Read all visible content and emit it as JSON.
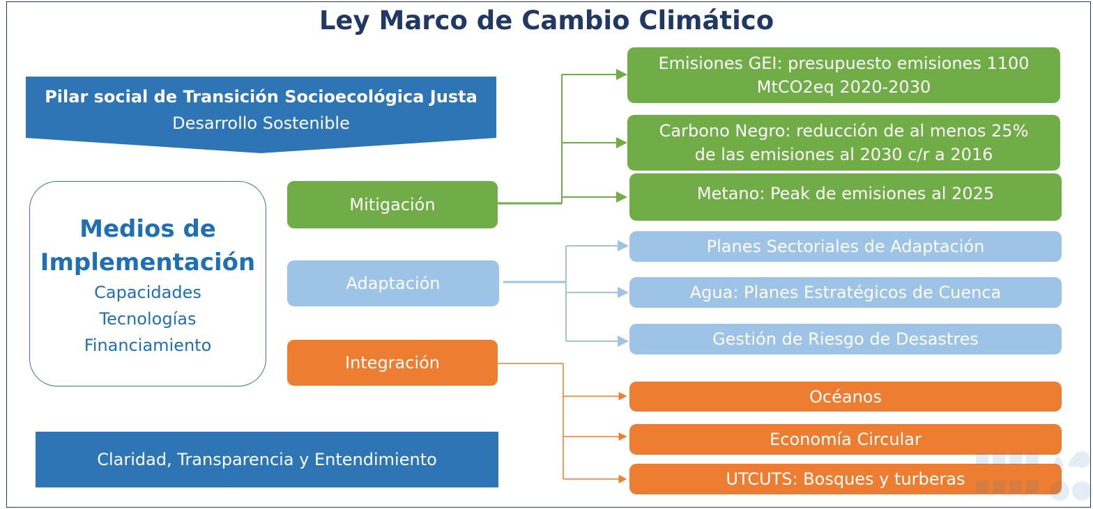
{
  "title": "Ley Marco de Cambio Climático",
  "pilar": {
    "line1": "Pilar social de Transición Socioecológica Justa",
    "line2": "Desarrollo Sostenible"
  },
  "medios": {
    "heading_line1": "Medios de",
    "heading_line2": "Implementación",
    "items": [
      "Capacidades",
      "Tecnologías",
      "Financiamiento"
    ]
  },
  "pillars": {
    "mitigacion": "Mitigación",
    "adaptacion": "Adaptación",
    "integracion": "Integración"
  },
  "mitigation_items": [
    {
      "line1": "Emisiones GEI: presupuesto emisiones 1100",
      "line2": "MtCO2eq 2020-2030"
    },
    {
      "line1": "Carbono Negro: reducción de al menos 25%",
      "line2": "de las emisiones al 2030 c/r a 2016"
    },
    {
      "line1": "Metano: Peak de emisiones al 2025",
      "line2": ""
    }
  ],
  "adaptation_items": [
    "Planes Sectoriales de Adaptación",
    "Agua: Planes Estratégicos de Cuenca",
    "Gestión de Riesgo de Desastres"
  ],
  "integration_items": [
    "Océanos",
    "Economía Circular",
    "UTCUTS: Bosques y turberas"
  ],
  "footer_box": "Claridad, Transparencia y Entendimiento",
  "colors": {
    "title": "#1f3864",
    "dark_blue": "#2e75b6",
    "green": "#70ad47",
    "light_blue": "#9dc3e6",
    "orange": "#ed7d31"
  }
}
